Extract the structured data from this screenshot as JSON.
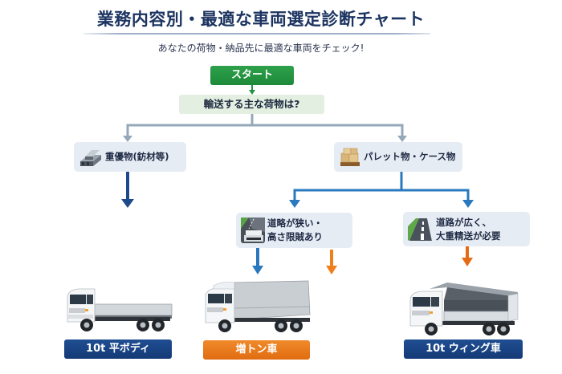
{
  "header": {
    "title": "業務内容別・最適な車両選定診断チャート",
    "subtitle": "あなたの荷物・納品先に最適な車両をチェック!"
  },
  "flow": {
    "start_label": "スタート",
    "question": "輸送する主な荷物は?",
    "cargo_options": [
      {
        "label": "重優物(鈁材等)",
        "icon": "steel-beams-icon"
      },
      {
        "label": "パレット物・ケース物",
        "icon": "pallet-boxes-icon"
      }
    ],
    "road_conditions": [
      {
        "line1": "道略が狭い・",
        "line2": "高さ限賊あり",
        "icon": "narrow-road-icon"
      },
      {
        "line1": "道路が広く、",
        "line2": "大重精送が必要",
        "icon": "wide-road-icon"
      }
    ]
  },
  "results": [
    {
      "label": "10t 平ボディ",
      "icon": "flatbed-truck-icon",
      "color": "#1a4585"
    },
    {
      "label": "増トン車",
      "icon": "box-truck-icon",
      "color": "#ea7a1c"
    },
    {
      "label": "10t ウィング車",
      "icon": "wing-truck-icon",
      "color": "#1a4585"
    }
  ],
  "colors": {
    "title": "#1c3461",
    "start": "#239342",
    "gray_connector": "#95a8ba",
    "blue_connector": "#2a78bd",
    "dark_blue_arrow": "#1d4a8a",
    "orange_arrow": "#ee7f1a"
  }
}
